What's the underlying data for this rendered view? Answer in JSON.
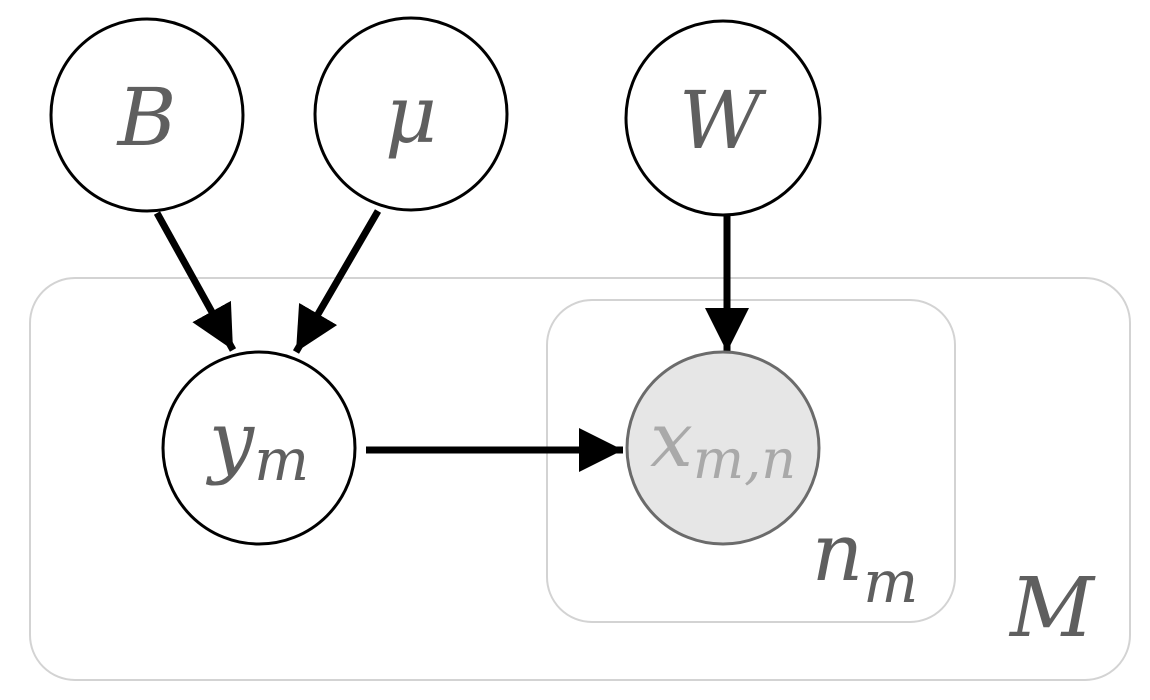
{
  "nodes": {
    "B": {
      "label": "B",
      "observed": false
    },
    "mu": {
      "label": "μ",
      "observed": false
    },
    "W": {
      "label": "W",
      "observed": false
    },
    "y": {
      "label": "y",
      "sub": "m",
      "observed": false
    },
    "x": {
      "label": "x",
      "sub": "m,n",
      "observed": true
    }
  },
  "edges": [
    {
      "from": "B",
      "to": "y"
    },
    {
      "from": "mu",
      "to": "y"
    },
    {
      "from": "W",
      "to": "x"
    },
    {
      "from": "y",
      "to": "x"
    }
  ],
  "plates": {
    "outer": {
      "label": "M"
    },
    "inner": {
      "label": "n",
      "sub": "m"
    }
  },
  "colors": {
    "plate_stroke": "#d3d3d3",
    "observed_fill": "#e6e6e6",
    "label_gray": "#5f5f5f"
  }
}
